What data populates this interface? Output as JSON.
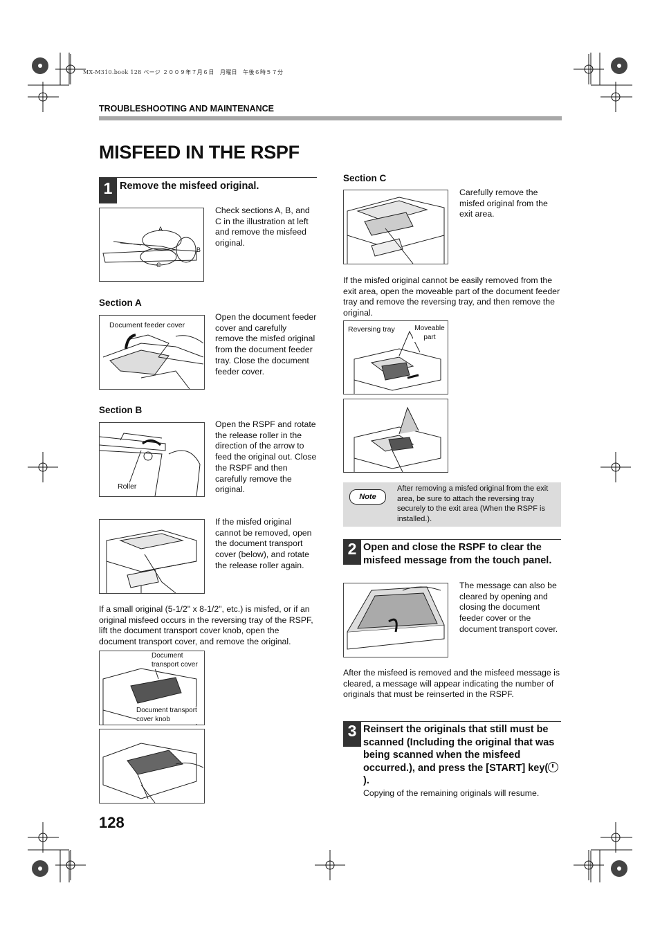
{
  "file_info": "MX-M310.book  128 ページ  ２００９年７月６日　月曜日　午後６時５７分",
  "section_header": "TROUBLESHOOTING AND MAINTENANCE",
  "title": "MISFEED IN THE RSPF",
  "step1": {
    "number": "1",
    "heading": "Remove the misfeed original.",
    "intro_text": "Check sections A, B, and C in the illustration at left and remove the misfeed original.",
    "overview_labels": {
      "a": "A",
      "b": "B",
      "c": "C"
    }
  },
  "section_a": {
    "heading": "Section A",
    "figure_label": "Document feeder cover",
    "text": "Open the document feeder cover and carefully remove the misfed original from the document feeder tray. Close the document feeder cover."
  },
  "section_b": {
    "heading": "Section B",
    "figure_label": "Roller",
    "text": "Open the RSPF and rotate the release roller in the direction of the arrow to feed the original out. Close the RSPF and then carefully remove the original.",
    "text2": "If the misfed original cannot be removed, open the document transport cover (below), and rotate the release roller again.",
    "small_original_text": "If a small original (5-1/2\" x 8-1/2\", etc.) is misfed, or if an original misfeed occurs in the reversing tray of the RSPF, lift the document transport cover knob, open the document transport cover, and remove the original.",
    "cover_label1": "Document transport cover",
    "cover_label2": "Document transport cover knob"
  },
  "section_c": {
    "heading": "Section C",
    "text": "Carefully remove the misfed original from the exit area.",
    "text2": "If the misfed original cannot be easily removed from the exit area, open the moveable part of the document feeder tray and remove the reversing tray, and then remove the original.",
    "label_reversing": "Reversing tray",
    "label_moveable": "Moveable part"
  },
  "note": {
    "badge": "Note",
    "text": "After removing a misfed original from the exit area, be sure to attach the reversing tray securely to the exit area (When the RSPF is installed.)."
  },
  "step2": {
    "number": "2",
    "heading": "Open and close the RSPF to clear the misfeed message from the touch panel.",
    "text": "The message can also be cleared by opening and closing the document feeder cover or the document transport cover.",
    "after_text": "After the misfeed is removed and the misfeed message is cleared, a message will appear indicating the number of originals that must be reinserted in the RSPF."
  },
  "step3": {
    "number": "3",
    "heading_main": "Reinsert the originals that still must be scanned (Including the original that was being scanned when the misfeed occurred.), and press the [START] key(",
    "heading_end": ").",
    "text": "Copying of the remaining originals will resume."
  },
  "page_number": "128"
}
